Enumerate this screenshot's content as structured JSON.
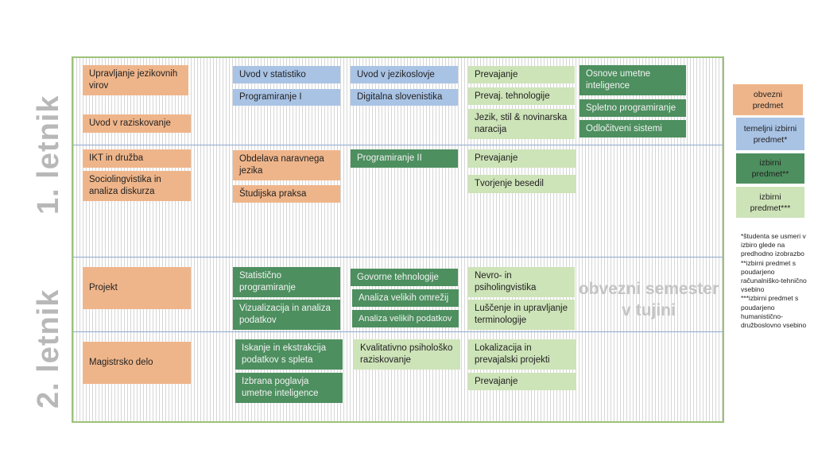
{
  "year_labels": {
    "year1": "1. letnik",
    "year2": "2. letnik"
  },
  "colors": {
    "obvezni": "#efb58a",
    "temeljni": "#a9c3e5",
    "izbirni_tech": "#4d8f5f",
    "izbirni_hum": "#cde3b8",
    "frame": "#9dc27a"
  },
  "courses": {
    "c1": "Upravljanje jezikovnih virov",
    "c2": "Uvod v raziskovanje",
    "c3": "Uvod v statistiko",
    "c4": "Programiranje I",
    "c5": "Uvod v jezikoslovje",
    "c6": "Digitalna slovenistika",
    "c7": "Prevajanje",
    "c8": "Prevaj. tehnologije",
    "c9": "Jezik, stil & novinarska naracija",
    "c10": "Osnove umetne inteligence",
    "c11": "Spletno programiranje",
    "c12": "Odločitveni sistemi",
    "c13": "IKT in družba",
    "c14": "Sociolingvistika in analiza diskurza",
    "c15": "Obdelava naravnega jezika",
    "c16": "Študijska praksa",
    "c17": "Programiranje II",
    "c18": "Prevajanje",
    "c19": "Tvorjenje besedil",
    "c20": "Projekt",
    "c21": "Statistično programiranje",
    "c22": "Vizualizacija in analiza podatkov",
    "c23": "Govorne tehnologije",
    "c24": "Analiza velikih omrežij",
    "c25": "Analiza velikih podatkov",
    "c26": "Nevro- in psiholingvistika",
    "c27": "Luščenje in upravljanje terminologije",
    "c28": "Magistrsko delo",
    "c29": "Iskanje in ekstrakcija podatkov s spleta",
    "c30": "Izbrana poglavja umetne inteligence",
    "c31": "Kvalitativno psihološko raziskovanje",
    "c32": "Lokalizacija in prevajalski projekti",
    "c33": "Prevajanje"
  },
  "abroad_text": "obvezni semester v tujini",
  "legend": {
    "obvezni": "obvezni predmet",
    "temeljni": "temeljni izbirni predmet*",
    "izbirni_tech": "izbirni predmet**",
    "izbirni_hum": "izbirni predmet***"
  },
  "notes": {
    "n1": "*študenta se usmeri v izbiro glede na predhodno izobrazbo",
    "n2": "**izbirni predmet s poudarjeno računalniško-tehnično vsebino",
    "n3": "***izbirni predmet s poudarjeno humanistično-družboslovno vsebino"
  }
}
